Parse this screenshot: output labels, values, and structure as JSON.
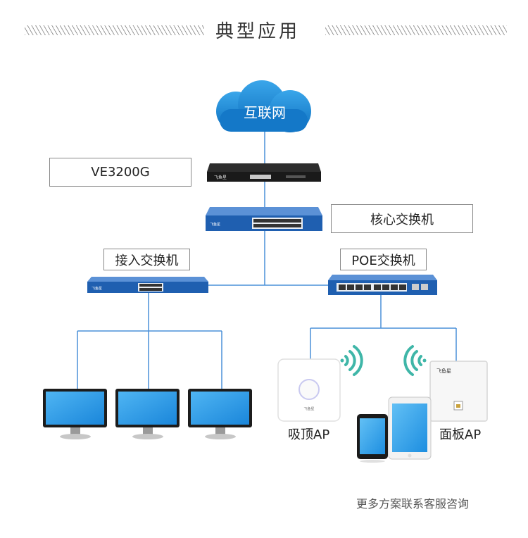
{
  "header": {
    "title": "典型应用"
  },
  "diagram": {
    "cloud_label": "互联网",
    "router_label": "VE3200G",
    "core_switch_label": "核心交换机",
    "access_switch_label": "接入交换机",
    "poe_switch_label": "POE交换机",
    "ceiling_ap_label": "吸顶AP",
    "panel_ap_label": "面板AP"
  },
  "brand": {
    "logo_text": "飞鱼星"
  },
  "footer": {
    "text": "更多方案联系客服咨询"
  },
  "colors": {
    "line": "#4a90d9",
    "cloud": "#1e88d2",
    "switch": "#1f5fb0",
    "screen": "#2a9ae6"
  }
}
